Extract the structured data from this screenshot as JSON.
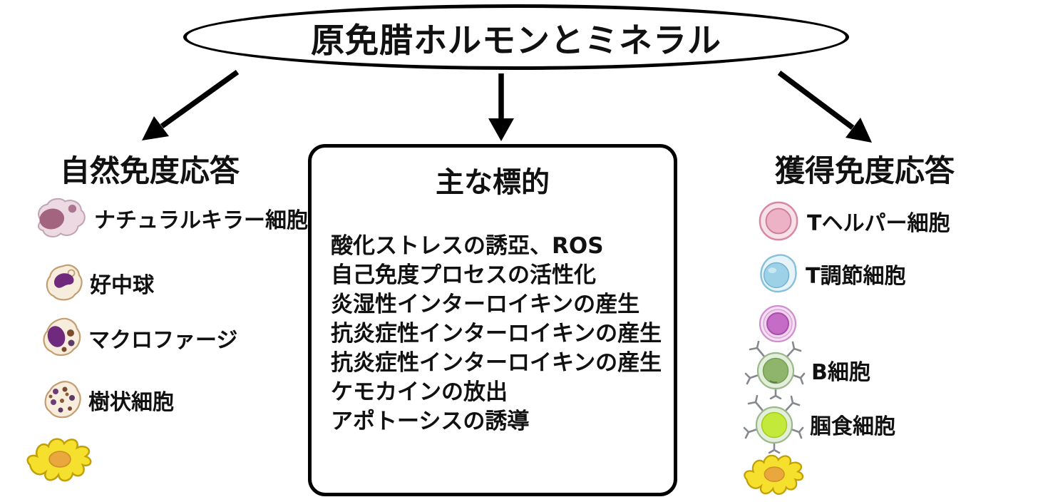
{
  "title": "原免腊ホルモンとミネラル",
  "innate": {
    "header": "自然免度応答",
    "items": [
      {
        "icon": "nk-cell-icon",
        "label": "ナチュラルキラー細胞"
      },
      {
        "icon": "neutrophil-icon",
        "label": "好中球"
      },
      {
        "icon": "macrophage-icon",
        "label": "マクロファージ"
      },
      {
        "icon": "dendritic-cell-icon",
        "label": "樹状細胞"
      },
      {
        "icon": "stellate-cell-icon",
        "label": ""
      }
    ]
  },
  "targets": {
    "header": "主な標的",
    "lines": [
      "酸化ストレスの誘亞、ROS",
      "自己免度プロセスの活性化",
      "炎湿性インターロイキンの産生",
      "抗炎症性インターロイキンの産生",
      "抗炎症性インターロイキンの産生",
      "ケモカインの放出",
      "アポトーシスの誘導"
    ]
  },
  "adaptive": {
    "header": "獲得免度応答",
    "items": [
      {
        "icon": "t-helper-cell-icon",
        "label": "Tヘルパー細胞"
      },
      {
        "icon": "t-regulatory-cell-icon",
        "label": "T調節細胞"
      },
      {
        "icon": "purple-lymphocyte-icon",
        "label": ""
      },
      {
        "icon": "b-cell-icon",
        "label": "B細胞"
      },
      {
        "icon": "phagocyte-cell-icon",
        "label": "腘食細胞"
      },
      {
        "icon": "stellate-cell-icon",
        "label": ""
      }
    ]
  },
  "colors": {
    "outline": "#000000",
    "nk_body": "#ecd9e1",
    "nk_nucleus": "#a2647f",
    "myeloid_body": "#f6eddc",
    "myeloid_outline": "#c49d72",
    "myeloid_nucleus": "#6f2a7d",
    "dendritic_spot": "#6d3b75",
    "stellate_body": "#f5e12d",
    "stellate_outline": "#c2a008",
    "stellate_nucleus": "#e9a73d",
    "thelper_ring": "#f7e0e8",
    "thelper_core": "#eeb2c6",
    "treg_ring": "#e6f3f9",
    "treg_core": "#9dd1e7",
    "purple_ring": "#f6e2f4",
    "purple_core": "#c56dc6",
    "bcell_body": "#e3efdb",
    "bcell_core": "#8fb46b",
    "phago_core": "#c3e93b",
    "spike": "#85898f"
  }
}
